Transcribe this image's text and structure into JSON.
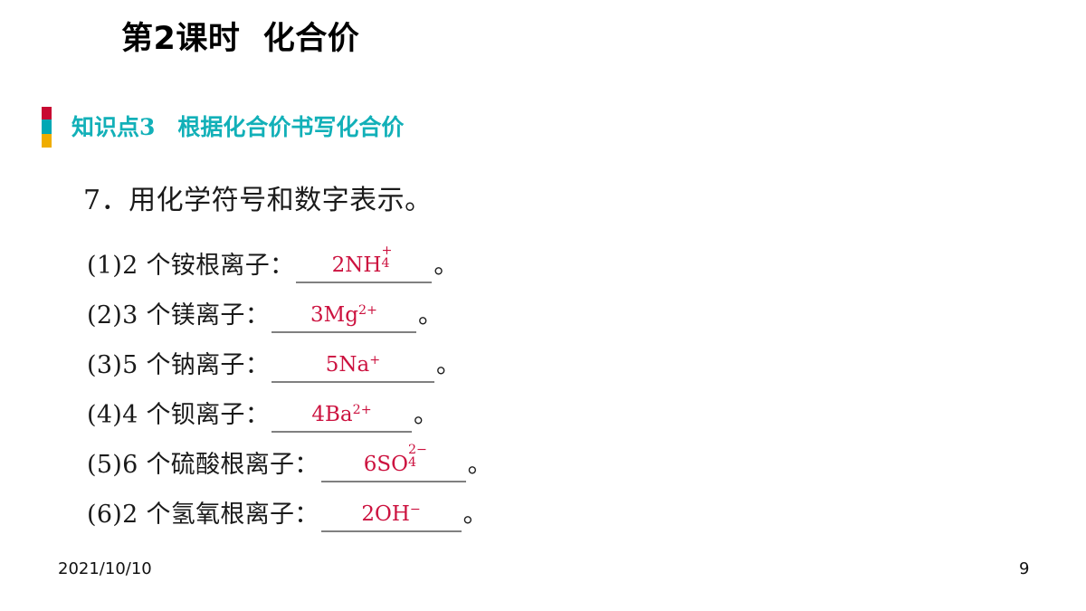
{
  "slide": {
    "title": "第2课时  化合价",
    "knowledge_point": {
      "label": "知识点3　根据化合价书写化合价",
      "accent_colors": {
        "red": "#c80a32",
        "teal": "#00a8b4",
        "yellow": "#efad00",
        "text": "#12b0b8"
      }
    },
    "question": "7．用化学符号和数字表示。",
    "answer_color": "#cc123f",
    "items": [
      {
        "label": "(1)2 个铵根离子：",
        "answer_base": "2NH",
        "answer_sub": "4",
        "answer_sup": "+",
        "answer_plain": "2NH4+",
        "end_punct": "。"
      },
      {
        "label": "(2)3 个镁离子：",
        "answer_base": "3Mg",
        "answer_sub": "",
        "answer_sup": "2+",
        "answer_plain": "3Mg2+",
        "end_punct": "。"
      },
      {
        "label": "(3)5 个钠离子：",
        "answer_base": "5Na",
        "answer_sub": "",
        "answer_sup": "+",
        "answer_plain": "5Na+",
        "end_punct": "。"
      },
      {
        "label": "(4)4 个钡离子：",
        "answer_base": "4Ba",
        "answer_sub": "",
        "answer_sup": "2+",
        "answer_plain": "4Ba2+",
        "end_punct": "。"
      },
      {
        "label": "(5)6 个硫酸根离子：",
        "answer_base": "6SO",
        "answer_sub": "4",
        "answer_sup": "2−",
        "answer_plain": "6SO42−",
        "end_punct": "。"
      },
      {
        "label": "(6)2 个氢氧根离子：",
        "answer_base": "2OH",
        "answer_sub": "",
        "answer_sup": "−",
        "answer_plain": "2OH−",
        "end_punct": "。"
      }
    ],
    "footer": {
      "date": "2021/10/10",
      "page_number": "9"
    }
  }
}
